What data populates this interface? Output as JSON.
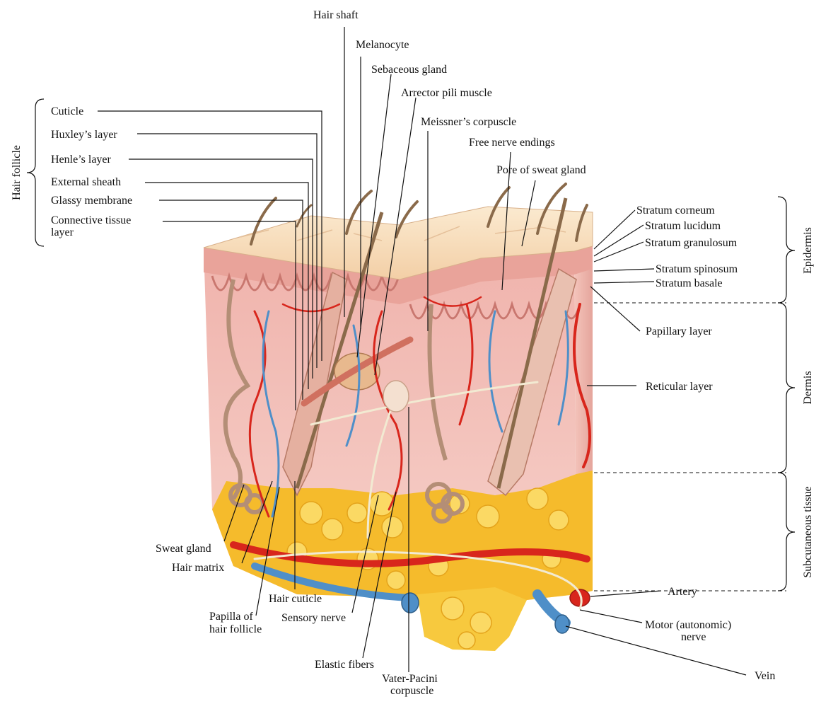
{
  "labels": {
    "hair_shaft": "Hair shaft",
    "melanocyte": "Melanocyte",
    "sebaceous_gland": "Sebaceous gland",
    "arrector_pili_muscle": "Arrector pili muscle",
    "meissners_corpuscle": "Meissner’s corpuscle",
    "free_nerve_endings": "Free nerve endings",
    "pore_of_sweat_gland": "Pore of sweat gland",
    "cuticle": "Cuticle",
    "huxleys_layer": "Huxley’s layer",
    "henles_layer": "Henle’s layer",
    "external_sheath": "External sheath",
    "glassy_membrane": "Glassy membrane",
    "connective_tissue_layer_1": "Connective tissue",
    "connective_tissue_layer_2": "layer",
    "stratum_corneum": "Stratum corneum",
    "stratum_lucidum": "Stratum lucidum",
    "stratum_granulosum": "Stratum granulosum",
    "stratum_spinosum": "Stratum spinosum",
    "stratum_basale": "Stratum basale",
    "papillary_layer": "Papillary layer",
    "reticular_layer": "Reticular layer",
    "artery": "Artery",
    "motor_nerve_1": "Motor (autonomic)",
    "motor_nerve_2": "nerve",
    "vein": "Vein",
    "sweat_gland": "Sweat gland",
    "hair_matrix": "Hair matrix",
    "hair_cuticle": "Hair cuticle",
    "papilla_1": "Papilla of",
    "papilla_2": "hair follicle",
    "sensory_nerve": "Sensory nerve",
    "elastic_fibers": "Elastic fibers",
    "vater_pacini_1": "Vater-Pacini",
    "vater_pacini_2": "corpuscle"
  },
  "groups": {
    "hair_follicle": "Hair follicle",
    "epidermis": "Epidermis",
    "dermis": "Dermis",
    "subcutaneous_tissue": "Subcutaneous tissue"
  },
  "colors": {
    "epidermis_surface": "#f6dcb8",
    "epidermis_side": "#e8a49a",
    "dermis": "#f2c0b8",
    "subcutaneous_fat": "#f7c234",
    "artery": "#d8261c",
    "vein": "#4f8fc8",
    "hair": "#8a6a4a",
    "nerve": "#f4efe0"
  }
}
